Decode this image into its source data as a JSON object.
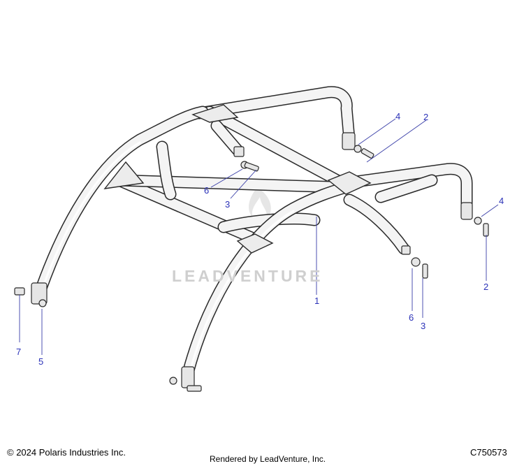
{
  "diagram": {
    "callouts": [
      "1",
      "2",
      "2",
      "3",
      "3",
      "4",
      "4",
      "5",
      "6",
      "6",
      "7"
    ],
    "watermark": "LEADVENTURE",
    "copyright": "© 2024 Polaris Industries Inc.",
    "rendered_by": "Rendered by LeadVenture, Inc.",
    "part_code": "C750573",
    "colors": {
      "callout": "#2b32b8",
      "line": "#2a2a2a",
      "tube_fill": "#f4f4f4",
      "watermark": "#cfcfcf"
    }
  }
}
